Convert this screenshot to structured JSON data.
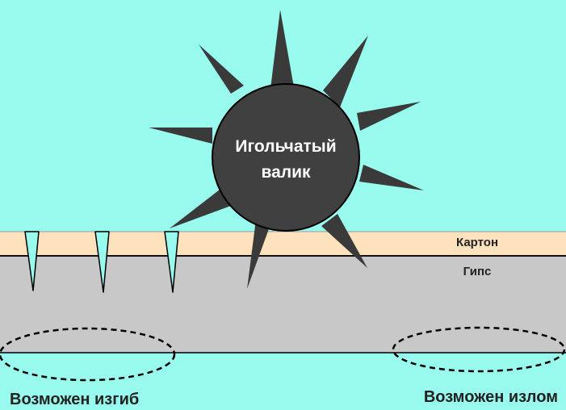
{
  "roller": {
    "label_line1": "Игольчатый",
    "label_line2": "валик"
  },
  "layers": {
    "cardboard_label": "Картон",
    "gypsum_label": "Гипс"
  },
  "captions": {
    "bend_possible": "Возможен изгиб",
    "break_possible": "Возможен излом"
  },
  "colors": {
    "background": "#99fbee",
    "cardboard": "#fde2bd",
    "gypsum": "#c8c8c8",
    "roller": "#404040",
    "needle": "#3a3a3a",
    "text_dark": "#222222",
    "text_light": "#ffffff"
  }
}
